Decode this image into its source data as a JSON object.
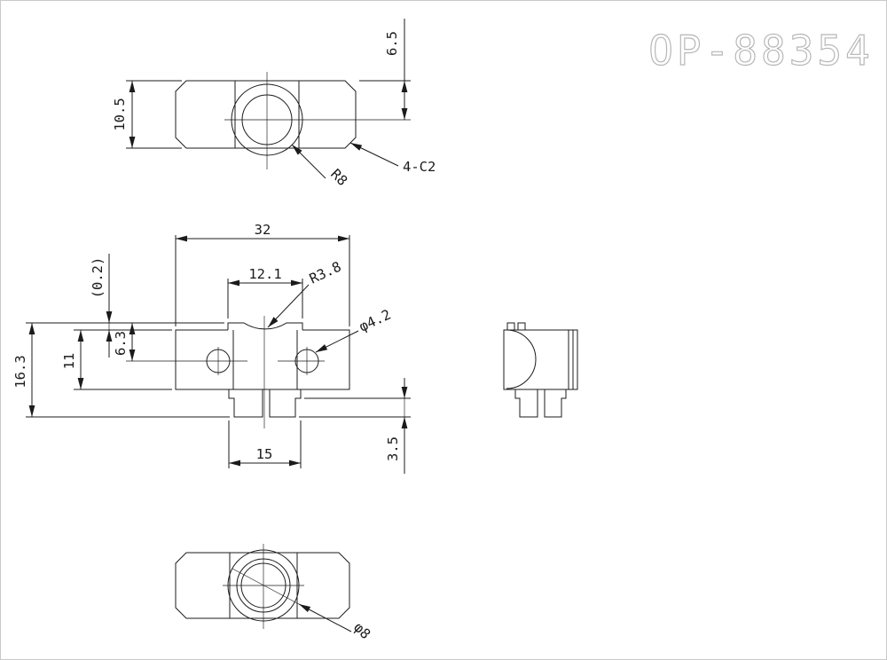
{
  "part_number": "OP-88354",
  "dimensions": {
    "top_view": {
      "ear_height": "10.5",
      "center_offset": "6.5",
      "boss_radius": "R8",
      "corner_chamfer": "4-C2"
    },
    "front_view": {
      "overall_width": "32",
      "lip_width": "12.1",
      "groove_radius": "R3.8",
      "hole_diameter": "φ4.2",
      "lip_height": "(0.2)",
      "overall_height": "16.3",
      "body_height": "11",
      "hole_center_depth": "6.3",
      "tab_span": "15",
      "tab_height": "3.5"
    },
    "bottom_view": {
      "bore_diameter": "φ8"
    }
  }
}
